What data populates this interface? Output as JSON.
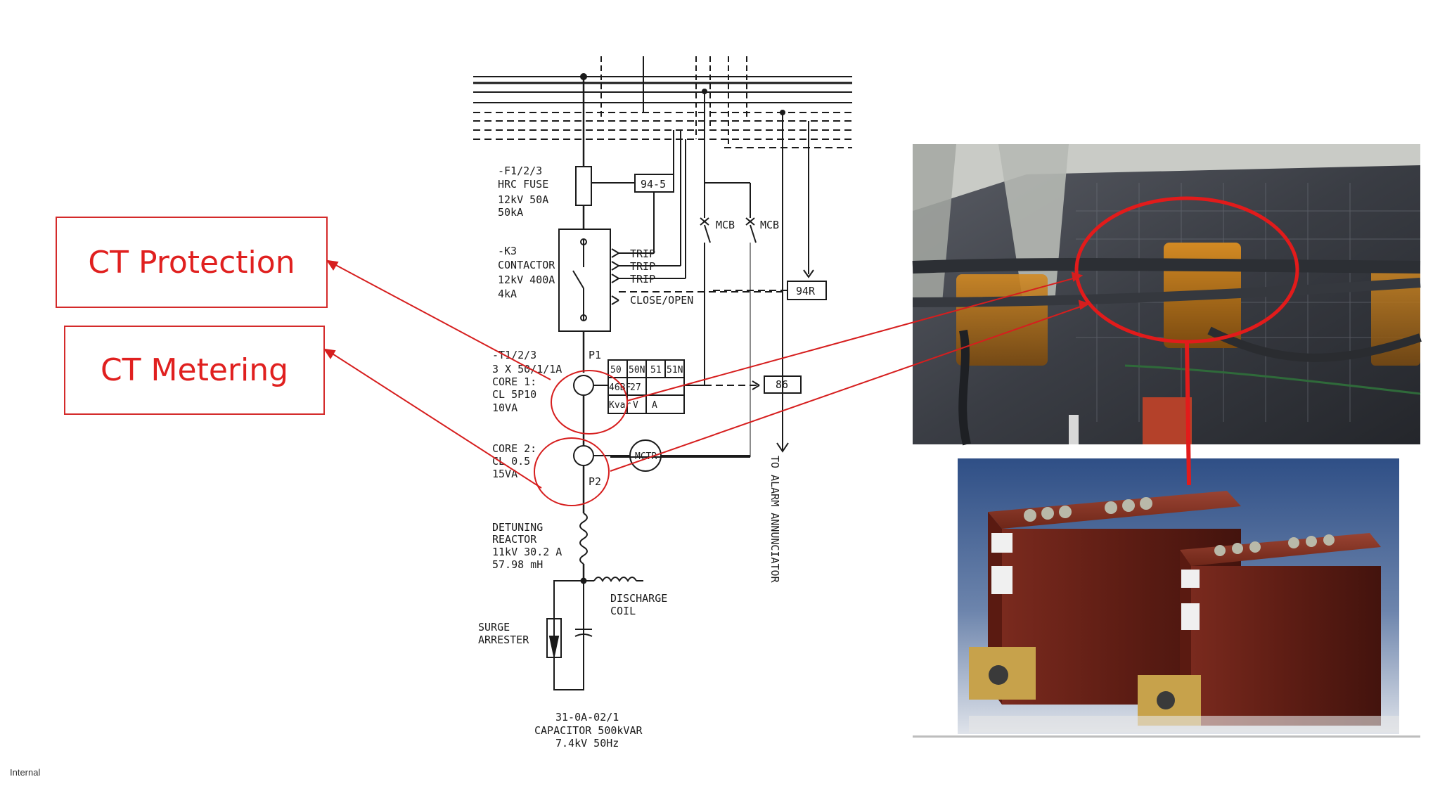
{
  "callouts": {
    "ct_protection": "CT Protection",
    "ct_metering": "CT Metering"
  },
  "footer": {
    "classification": "Internal"
  },
  "schematic": {
    "fuse": {
      "line1": "-F1/2/3",
      "line2": "HRC FUSE",
      "line3": "12kV 50A",
      "line4": "50kA"
    },
    "contactor": {
      "line1": "-K3",
      "line2": "CONTACTOR",
      "line3": "12kV 400A",
      "line4": "4kA"
    },
    "ct": {
      "line1": "-T1/2/3",
      "line2": "3 X 50/1/1A",
      "line3": "CORE 1:",
      "line4": "CL 5P10",
      "line5": "10VA",
      "line6": "CORE 2:",
      "line7": "CL 0.5",
      "line8": "15VA"
    },
    "reactor": {
      "line1": "DETUNING",
      "line2": "REACTOR",
      "line3": "11kV 30.2 A",
      "line4": "57.98 mH"
    },
    "surge": {
      "line1": "SURGE",
      "line2": "ARRESTER"
    },
    "capacitor": {
      "line1": "31-0A-02/1",
      "line2": "CAPACITOR 500kVAR",
      "line3": "7.4kV 50Hz"
    },
    "discharge": {
      "line1": "DISCHARGE",
      "line2": "COIL"
    },
    "labels": {
      "relay_945": "94-5",
      "trip1": "TRIP",
      "trip2": "TRIP",
      "trip3": "TRIP",
      "close_open": "CLOSE/OPEN",
      "mcb1": "MCB",
      "mcb2": "MCB",
      "relay_94r": "94R",
      "relay_86": "86",
      "p1": "P1",
      "p2": "P2",
      "meter": "MCTR",
      "alarm": "TO ALARM ANNUNCIATOR",
      "grid_r1c1": "50",
      "grid_r1c2": "50N",
      "grid_r1c3": "51",
      "grid_r1c4": "51N",
      "grid_r2c1": "46BF",
      "grid_r2c2": "27",
      "grid_r3c1": "Kvar",
      "grid_r3c2": "V",
      "grid_r3c3": "A"
    }
  }
}
